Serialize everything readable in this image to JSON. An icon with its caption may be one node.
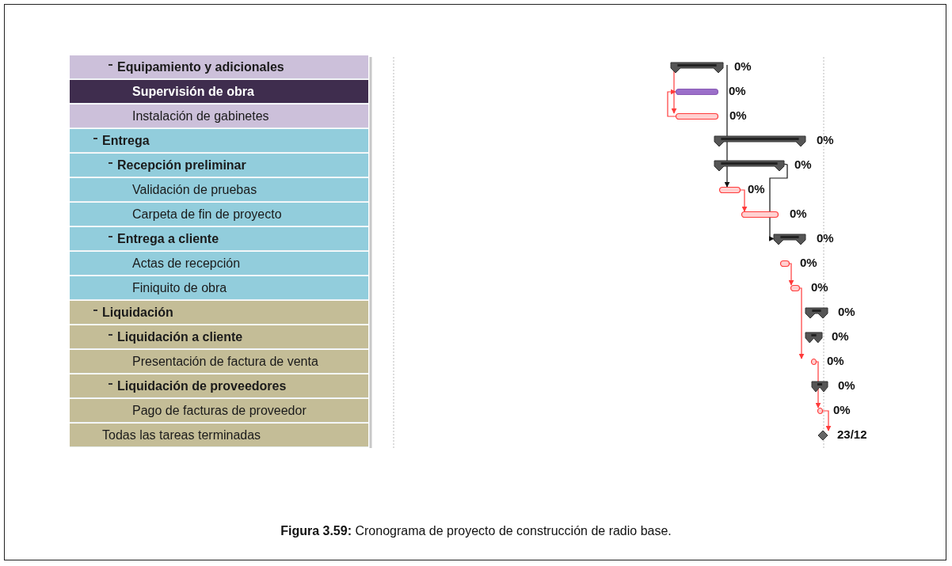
{
  "diagram": {
    "caption": "**Figura 3.59:** Cronograma de proyecto de construcción de radio base.",
    "nodes": [
      {
        "text": [
          "Equipamiento y adicionales"
        ]
      },
      {
        "text": [
          "Supervisión de obra"
        ]
      },
      {
        "text": [
          "Instalación de gabinetes"
        ]
      },
      {
        "text": [
          "Entrega"
        ]
      },
      {
        "text": [
          "Recepción preliminar"
        ]
      },
      {
        "text": [
          "Validación de pruebas"
        ]
      },
      {
        "text": [
          "Carpeta de fin de proyecto"
        ]
      },
      {
        "text": [
          "Entrega a cliente"
        ]
      },
      {
        "text": [
          "Actas de recepción"
        ]
      },
      {
        "text": [
          "Finiquito de obra"
        ]
      },
      {
        "text": [
          "Liquidación"
        ]
      },
      {
        "text": [
          "Liquidación a cliente"
        ]
      },
      {
        "text": [
          "Presentación de factura de venta"
        ]
      },
      {
        "text": [
          "Liquidación de proveedores"
        ]
      },
      {
        "text": [
          "Pago de facturas de proveedor"
        ]
      },
      {
        "text": [
          "Todas las tareas terminadas"
        ]
      },
      {
        "text": [],
        "shape": "bar",
        "beside": [
          "0%"
        ]
      },
      {
        "text": [],
        "shape": "bar",
        "beside": [
          "0%"
        ]
      },
      {
        "text": [],
        "shape": "bar",
        "beside": [
          "0%"
        ]
      },
      {
        "text": [],
        "shape": "bar",
        "beside": [
          "0%"
        ]
      },
      {
        "text": [],
        "shape": "bar",
        "beside": [
          "0%"
        ]
      },
      {
        "text": [],
        "shape": "bar",
        "beside": [
          "0%"
        ]
      },
      {
        "text": [],
        "shape": "bar",
        "beside": [
          "0%"
        ]
      },
      {
        "text": [],
        "shape": "bar",
        "beside": [
          "0%"
        ]
      },
      {
        "text": [],
        "shape": "bar",
        "beside": [
          "0%"
        ]
      },
      {
        "text": [],
        "shape": "bar",
        "beside": [
          "0%"
        ]
      },
      {
        "text": [],
        "shape": "bar",
        "beside": [
          "0%"
        ]
      },
      {
        "text": [],
        "shape": "bar",
        "beside": [
          "0%"
        ]
      },
      {
        "text": [],
        "shape": "bar",
        "beside": [
          "0%"
        ]
      },
      {
        "text": [],
        "shape": "bar",
        "beside": [
          "0%"
        ]
      },
      {
        "text": [],
        "shape": "bar",
        "beside": [
          "0%"
        ]
      },
      {
        "text": [],
        "shape": "diamond",
        "beside": [
          "23/12"
        ]
      }
    ],
    "edges": [
      {
        "from": 16,
        "to": 18,
        "arrow": "to"
      },
      {
        "from": 18,
        "to": 17,
        "arrow": "to"
      },
      {
        "from": 16,
        "to": 21,
        "arrow": "to",
        "color": "#111111"
      },
      {
        "from": 21,
        "to": 22,
        "arrow": "to"
      },
      {
        "from": 20,
        "to": 23,
        "arrow": "to",
        "color": "#111111"
      },
      {
        "from": 24,
        "to": 25,
        "arrow": "to"
      },
      {
        "from": 25,
        "to": 28,
        "arrow": "to"
      },
      {
        "from": 28,
        "to": 30,
        "arrow": "to"
      },
      {
        "from": 30,
        "to": 31,
        "arrow": "to"
      }
    ]
  }
}
